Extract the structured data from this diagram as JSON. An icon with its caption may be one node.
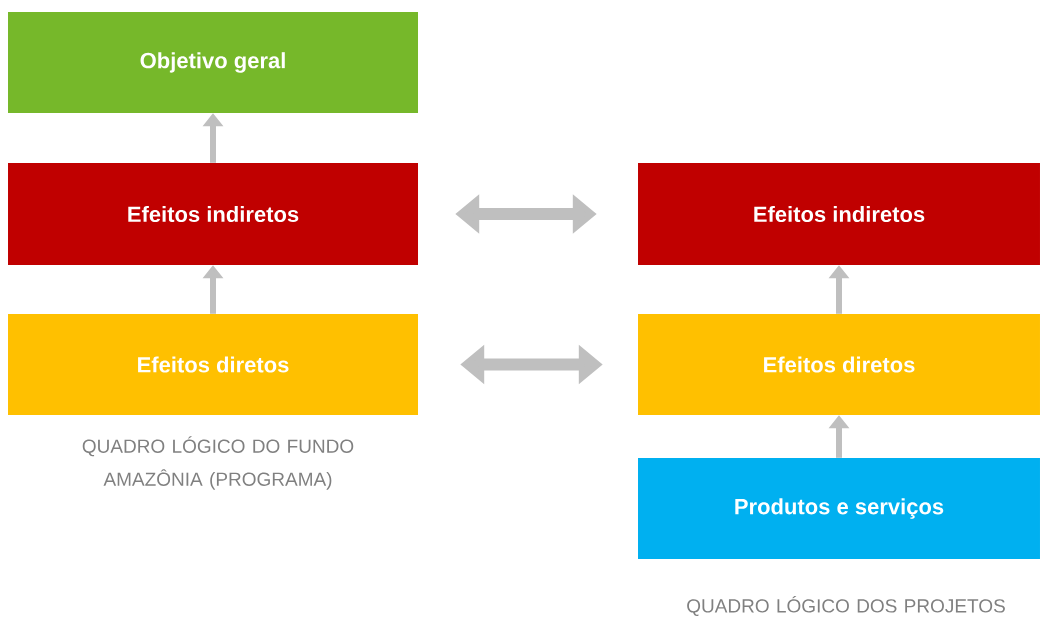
{
  "diagram": {
    "nodes": [
      {
        "text": [
          "Objetivo geral"
        ]
      },
      {
        "text": [
          "Efeitos indiretos"
        ]
      },
      {
        "text": [
          "Efeitos diretos"
        ],
        "beside": [
          "QUADRO LÓGICO DO FUNDO AMAZÔNIA (PROGRAMA)"
        ]
      },
      {
        "text": [
          "Efeitos indiretos"
        ]
      },
      {
        "text": [
          "Efeitos diretos"
        ]
      },
      {
        "text": [
          "Produtos e serviços"
        ],
        "beside": [
          "QUADRO LÓGICO DOS PROJETOS"
        ]
      }
    ],
    "edges": [
      {
        "from": 1,
        "to": 0,
        "arrow": "to"
      },
      {
        "from": 2,
        "to": 1,
        "arrow": "to"
      },
      {
        "from": 1,
        "to": 3,
        "arrow": "both",
        "style": "thick"
      },
      {
        "from": 2,
        "to": 4,
        "arrow": "both",
        "style": "thick"
      },
      {
        "from": 4,
        "to": 3,
        "arrow": "to"
      },
      {
        "from": 5,
        "to": 4,
        "arrow": "to"
      }
    ]
  }
}
